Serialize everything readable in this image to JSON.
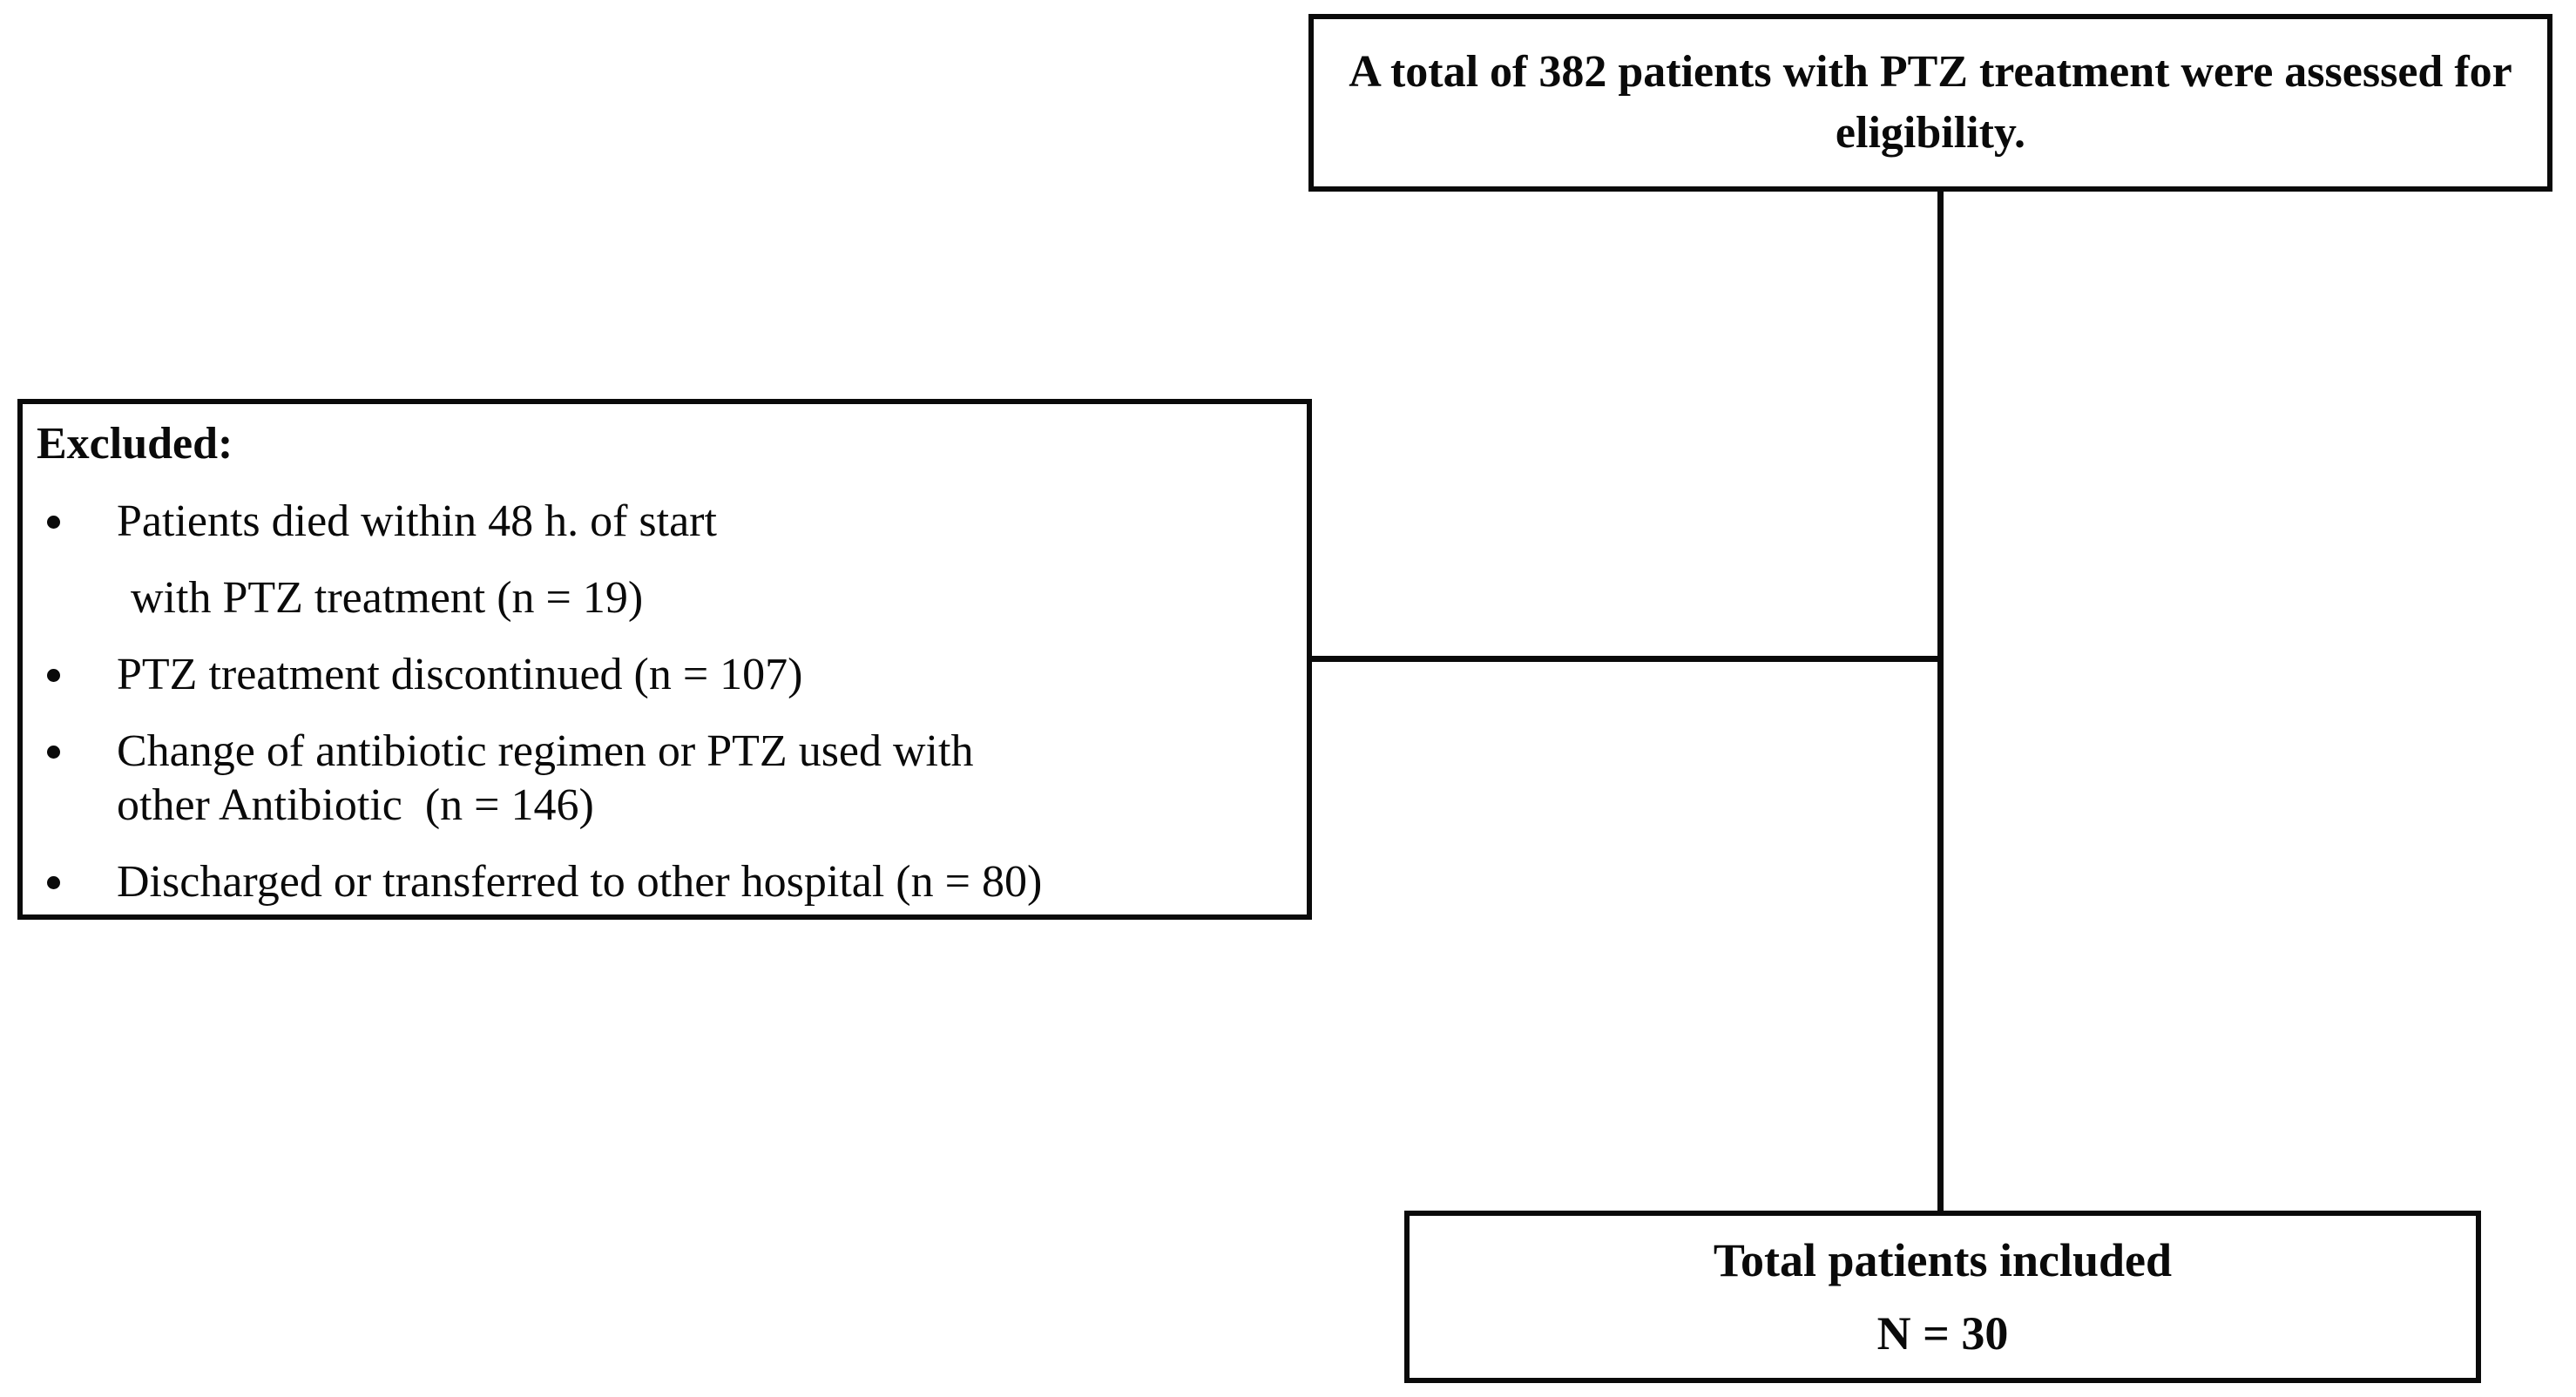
{
  "diagram": {
    "top_box": {
      "text": "A total of 382 patients with PTZ treatment were assessed for eligibility."
    },
    "excluded_box": {
      "title": "Excluded:",
      "items": [
        {
          "lines": [
            "Patients died within 48 h. of start",
            "with PTZ treatment (n = 19)"
          ]
        },
        {
          "lines": [
            "PTZ treatment discontinued (n = 107)"
          ]
        },
        {
          "lines": [
            "Change of antibiotic regimen or PTZ used with",
            "other Antibiotic  (n = 146)"
          ]
        },
        {
          "lines": [
            "Discharged or transferred to other hospital (n = 80)"
          ]
        }
      ]
    },
    "included_box": {
      "line1": "Total patients included",
      "line2": "N = 30"
    },
    "colors": {
      "border": "#0a0a0a",
      "background": "#ffffff",
      "text": "#0a0a0a"
    }
  }
}
